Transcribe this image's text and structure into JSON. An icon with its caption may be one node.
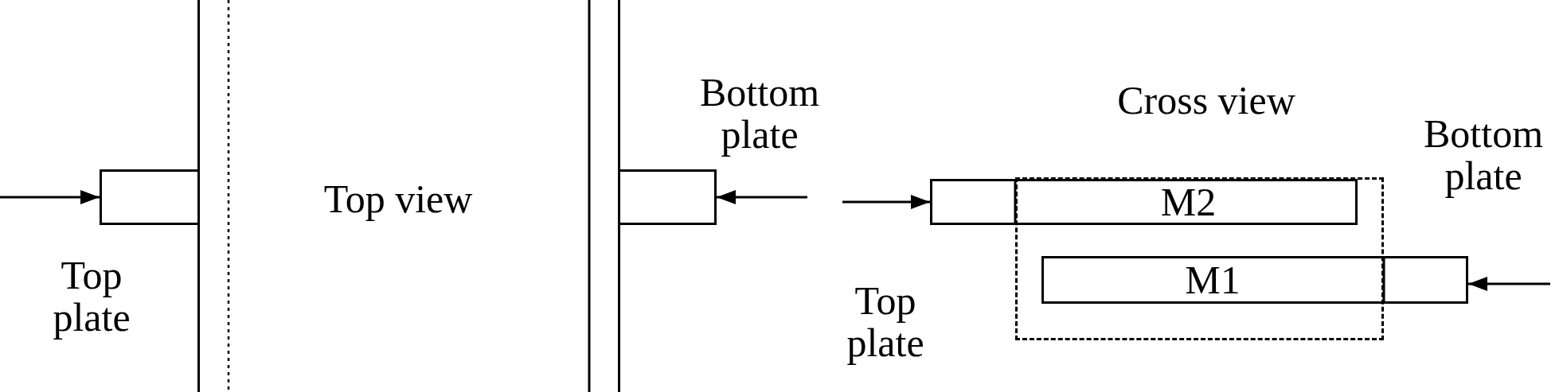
{
  "diagram": {
    "nodes": [
      {
        "text": [
          "Top view"
        ]
      },
      {
        "text": [],
        "shape": "box",
        "beside": [
          "Top plate"
        ]
      },
      {
        "text": [],
        "shape": "box",
        "beside": [
          "Bottom plate"
        ]
      },
      {
        "text": [
          "Cross view"
        ]
      },
      {
        "text": [
          "M2"
        ],
        "beside": [
          "Top plate"
        ]
      },
      {
        "text": [
          "M1"
        ],
        "beside": [
          "Bottom plate"
        ]
      }
    ],
    "edges": [
      {
        "from": null,
        "to": 1,
        "arrow": "to"
      },
      {
        "from": null,
        "to": 2,
        "arrow": "to"
      },
      {
        "from": null,
        "to": 4,
        "arrow": "to"
      },
      {
        "from": null,
        "to": 5,
        "arrow": "to"
      }
    ]
  }
}
